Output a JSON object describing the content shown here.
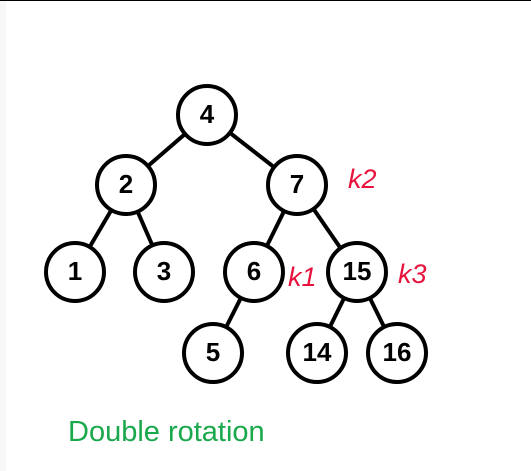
{
  "colors": {
    "node_stroke": "#000000",
    "node_fill": "#ffffff",
    "edge": "#000000",
    "tag": "#e8123c",
    "caption": "#1aa84c"
  },
  "tree": {
    "nodes": [
      {
        "id": "n4",
        "label": "4"
      },
      {
        "id": "n2",
        "label": "2"
      },
      {
        "id": "n7",
        "label": "7"
      },
      {
        "id": "n1",
        "label": "1"
      },
      {
        "id": "n3",
        "label": "3"
      },
      {
        "id": "n6",
        "label": "6"
      },
      {
        "id": "n15",
        "label": "15"
      },
      {
        "id": "n5",
        "label": "5"
      },
      {
        "id": "n14",
        "label": "14"
      },
      {
        "id": "n16",
        "label": "16"
      }
    ],
    "edges": [
      [
        "n4",
        "n2"
      ],
      [
        "n4",
        "n7"
      ],
      [
        "n2",
        "n1"
      ],
      [
        "n2",
        "n3"
      ],
      [
        "n7",
        "n6"
      ],
      [
        "n7",
        "n15"
      ],
      [
        "n6",
        "n5"
      ],
      [
        "n15",
        "n14"
      ],
      [
        "n15",
        "n16"
      ]
    ],
    "tags": [
      {
        "node": "n7",
        "label": "k2"
      },
      {
        "node": "n6",
        "label": "k1"
      },
      {
        "node": "n15",
        "label": "k3"
      }
    ]
  },
  "caption": "Double rotation"
}
